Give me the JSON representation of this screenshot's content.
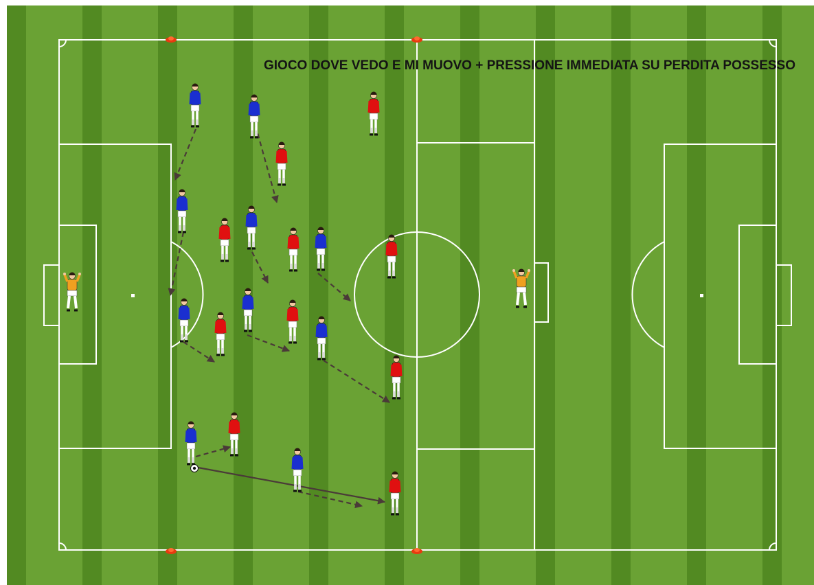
{
  "title": "GIOCO DOVE VEDO E MI MUOVO + PRESSIONE IMMEDIATA SU PERDITA POSSESSO",
  "colors": {
    "grass_light": "#6aa234",
    "grass_dark": "#528a22",
    "lines": "#ffffff",
    "team_blue": "#1a2fd0",
    "team_red": "#e01010",
    "goalkeeper": "#f0a020",
    "cone": "#e83a10",
    "arrow": "#4a3a38"
  },
  "icons": {
    "player": "player-icon",
    "goalkeeper": "goalkeeper-icon",
    "ball": "ball-icon",
    "cone": "cone-icon",
    "pass_arrow": "pass-arrow-icon",
    "move_arrow": "movement-arrow-icon"
  },
  "teams": [
    "blue",
    "red",
    "goalkeeper"
  ]
}
